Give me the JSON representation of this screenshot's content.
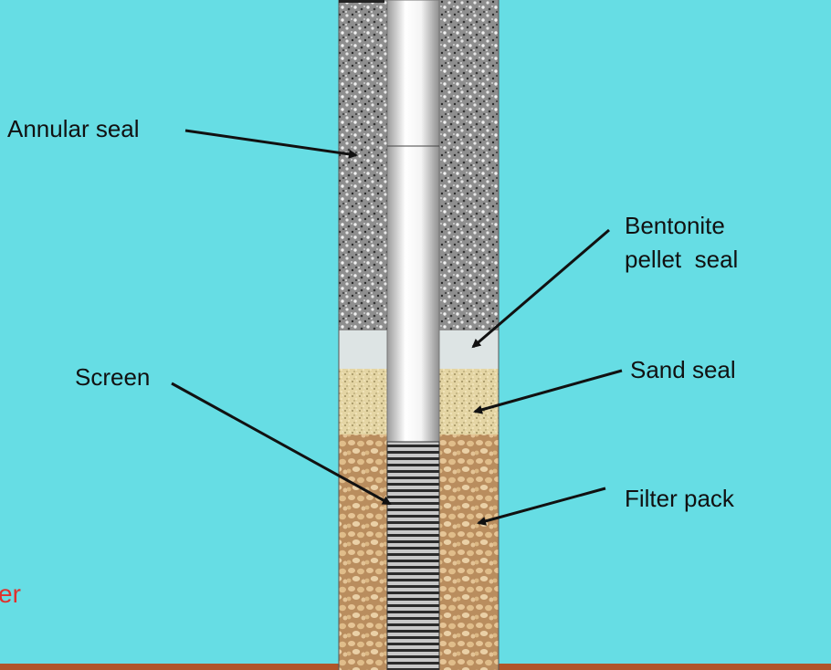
{
  "labels": {
    "annular_seal": "Annular seal",
    "bentonite_line1": "Bentonite",
    "bentonite_line2": "pellet  seal",
    "screen": "Screen",
    "sand_seal": "Sand seal",
    "filter_pack": "Filter pack",
    "partial_red": "er"
  },
  "colors": {
    "background": "#66dde4",
    "annular_seal": "#8e8e8e",
    "bentonite": "#dde4e4",
    "sand_seal": "#e4d5a4",
    "filter_pack": "#c7a070",
    "ground_line": "#b0552a",
    "partial_red_text": "#e0312d",
    "label_text": "#111111"
  }
}
